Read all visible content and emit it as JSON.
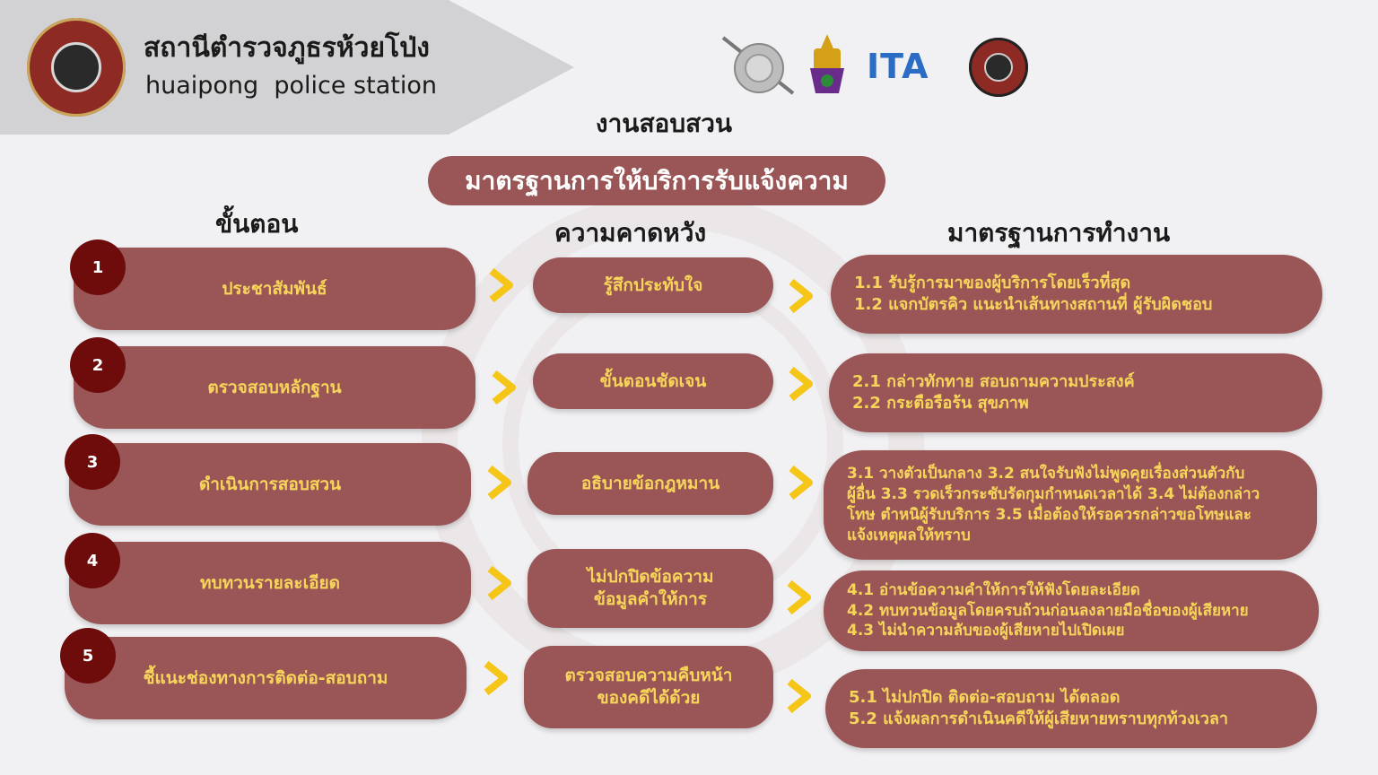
{
  "header": {
    "station_name_th": "สถานีตำรวจภูธรห้วยโป่ง",
    "station_name_en": "huaipong  police station",
    "logos": [
      "police-badge-icon",
      "thai-emblem-icon",
      "royal-emblem-icon",
      "ita-logo",
      "police-seal-icon"
    ],
    "ita_text": "ITA"
  },
  "title": "งานสอบสวน",
  "banner": "มาตรฐานการให้บริการรับแจ้งความ",
  "columns": {
    "steps": "ขั้นตอน",
    "expectations": "ความคาดหวัง",
    "standards": "มาตรฐานการทำงาน"
  },
  "steps": [
    {
      "number": "1",
      "label": "ประชาสัมพันธ์"
    },
    {
      "number": "2",
      "label": "ตรวจสอบหลักฐาน"
    },
    {
      "number": "3",
      "label": "ดำเนินการสอบสวน"
    },
    {
      "number": "4",
      "label": "ทบทวนรายละเอียด"
    },
    {
      "number": "5",
      "label": "ชี้แนะช่องทางการติดต่อ-สอบถาม"
    }
  ],
  "expectations": [
    "รู้สึกประทับใจ",
    "ขั้นตอนชัดเจน",
    "อธิบายข้อกฎหมาน",
    "ไม่ปกปิดข้อความ\nข้อมูลคำให้การ",
    "ตรวจสอบความคืบหน้า\nของคดีได้ด้วย"
  ],
  "standards": [
    [
      "1.1 รับรู้การมาของผู้บริการโดยเร็วที่สุด",
      "1.2 แจกบัตรคิว แนะนำเส้นทางสถานที่ ผู้รับผิดชอบ"
    ],
    [
      "2.1 กล่าวทักทาย สอบถามความประสงค์",
      "2.2 กระตือรือร้น สุขภาพ"
    ],
    [
      "3.1 วางตัวเป็นกลาง 3.2 สนใจรับฟังไม่พูดคุยเรื่องส่วนตัวกับ",
      "ผู้อื่น 3.3 รวดเร็วกระชับรัดกุมกำหนดเวลาได้ 3.4 ไม่ต้องกล่าว",
      "โทษ ตำหนิผู้รับบริการ 3.5 เมื่อต้องให้รอควรกล่าวขอโทษและ",
      "แจ้งเหตุผลให้ทราบ"
    ],
    [
      "4.1 อ่านข้อความคำให้การให้ฟังโดยละเอียด",
      "4.2 ทบทวนข้อมูลโดยครบถ้วนก่อนลงลายมือชื่อของผู้เสียหาย",
      "4.3 ไม่นำความลับของผู้เสียหายไปเปิดเผย"
    ],
    [
      "5.1 ไม่ปกปิด ติดต่อ-สอบถาม ได้ตลอด",
      "5.2 แจ้งผลการดำเนินคดีให้ผู้เสียหายทราบทุกท้วงเวลา"
    ]
  ],
  "colors": {
    "pill": "#9a5656",
    "text_yellow": "#f7d55a",
    "number_circle": "#6e0c0c",
    "arrow": "#f5c518"
  }
}
